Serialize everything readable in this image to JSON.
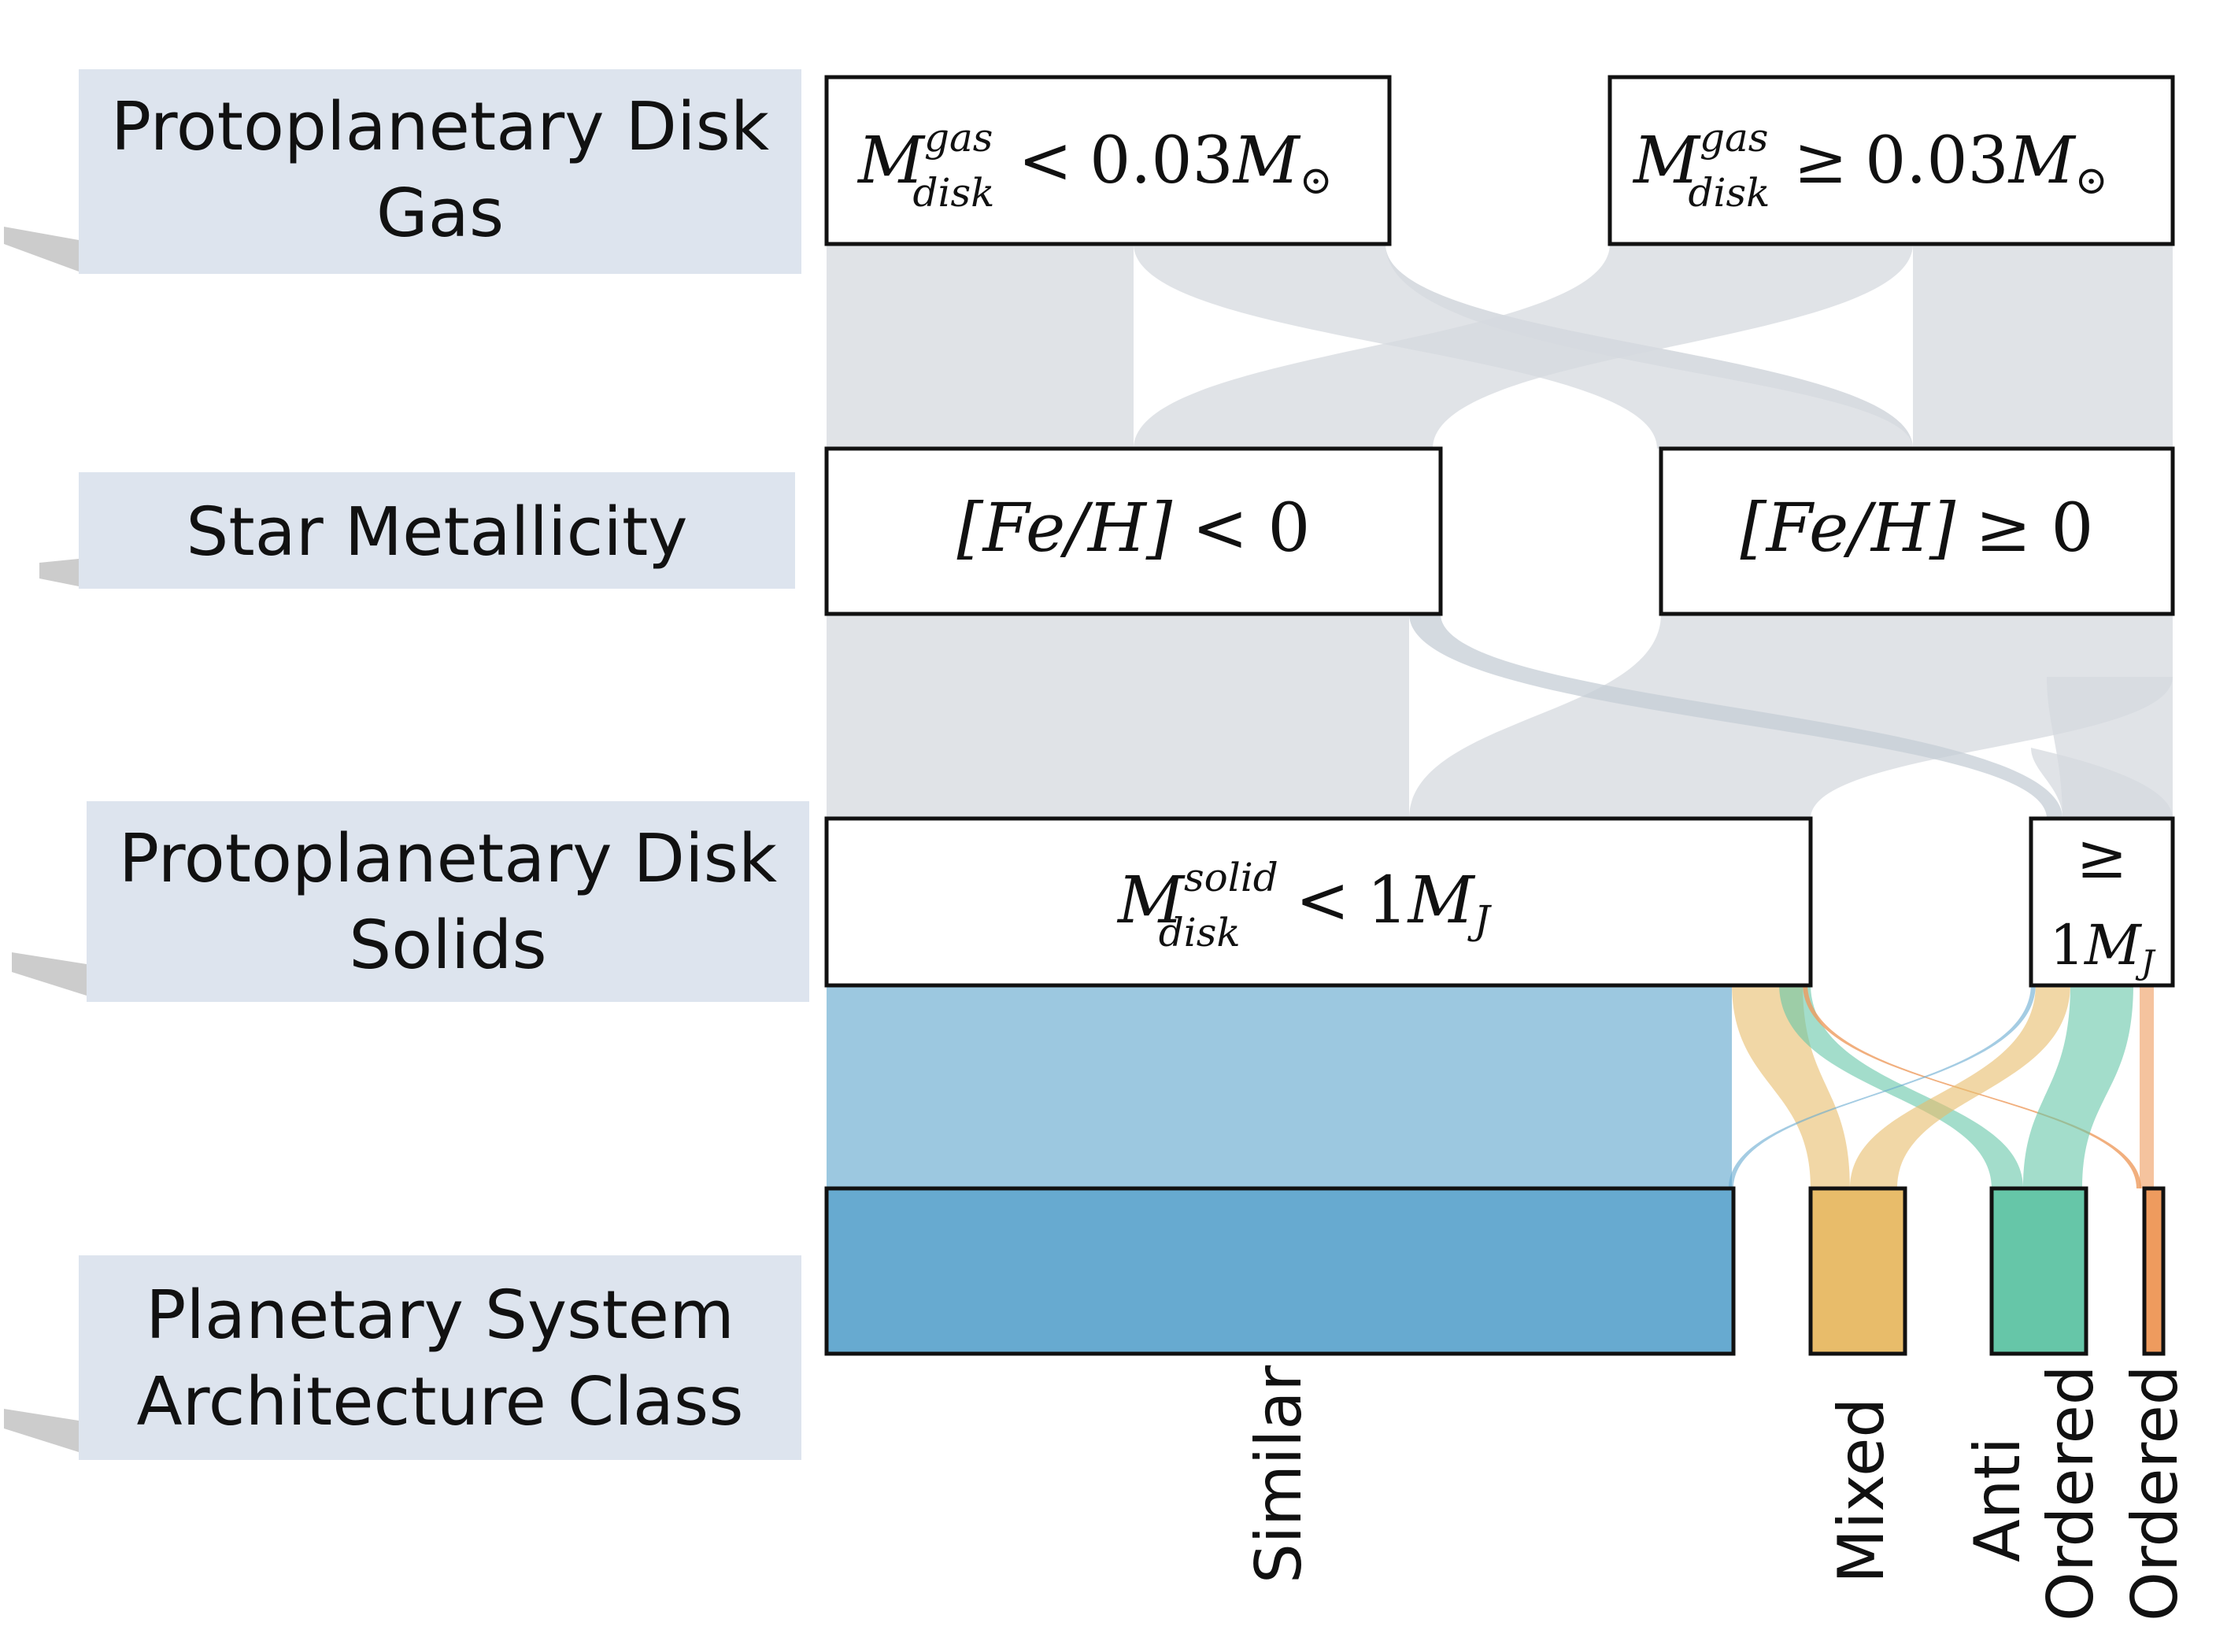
{
  "levels": [
    {
      "id": "gas",
      "label_lines": [
        "Protoplanetary Disk",
        "Gas"
      ]
    },
    {
      "id": "metal",
      "label_lines": [
        "Star Metallicity"
      ]
    },
    {
      "id": "solid",
      "label_lines": [
        "Protoplanetary Disk",
        "Solids"
      ]
    },
    {
      "id": "arch",
      "label_lines": [
        "Planetary System",
        "Architecture Class"
      ]
    }
  ],
  "nodes": {
    "gas_low": {
      "symbol": "M",
      "sup": "gas",
      "sub": "disk",
      "rel": "<",
      "value": "0.03",
      "unit": "M",
      "unit_sub": "⊙"
    },
    "gas_high": {
      "symbol": "M",
      "sup": "gas",
      "sub": "disk",
      "rel": "≥",
      "value": "0.03",
      "unit": "M",
      "unit_sub": "⊙"
    },
    "feh_low": {
      "text": "[Fe/H]",
      "rel": "<",
      "value": "0"
    },
    "feh_high": {
      "text": "[Fe/H]",
      "rel": "≥",
      "value": "0"
    },
    "solid_low": {
      "symbol": "M",
      "sup": "solid",
      "sub": "disk",
      "rel": "<",
      "value": "1",
      "unit": "M",
      "unit_sub": "J"
    },
    "solid_high": {
      "rel": "≥",
      "value": "1",
      "unit": "M",
      "unit_sub": "J"
    }
  },
  "classes": [
    {
      "id": "similar",
      "lines": [
        "Similar"
      ],
      "color": "#67aad0"
    },
    {
      "id": "mixed",
      "lines": [
        "Mixed"
      ],
      "color": "#e8bc6a"
    },
    {
      "id": "anti",
      "lines": [
        "Anti",
        "Ordered"
      ],
      "color": "#66c6a8"
    },
    {
      "id": "ordered",
      "lines": [
        "Ordered"
      ],
      "color": "#ee9b5e"
    }
  ],
  "colors": {
    "gray_flow": "#d5dadf",
    "label_bg": "#dde4ee"
  }
}
